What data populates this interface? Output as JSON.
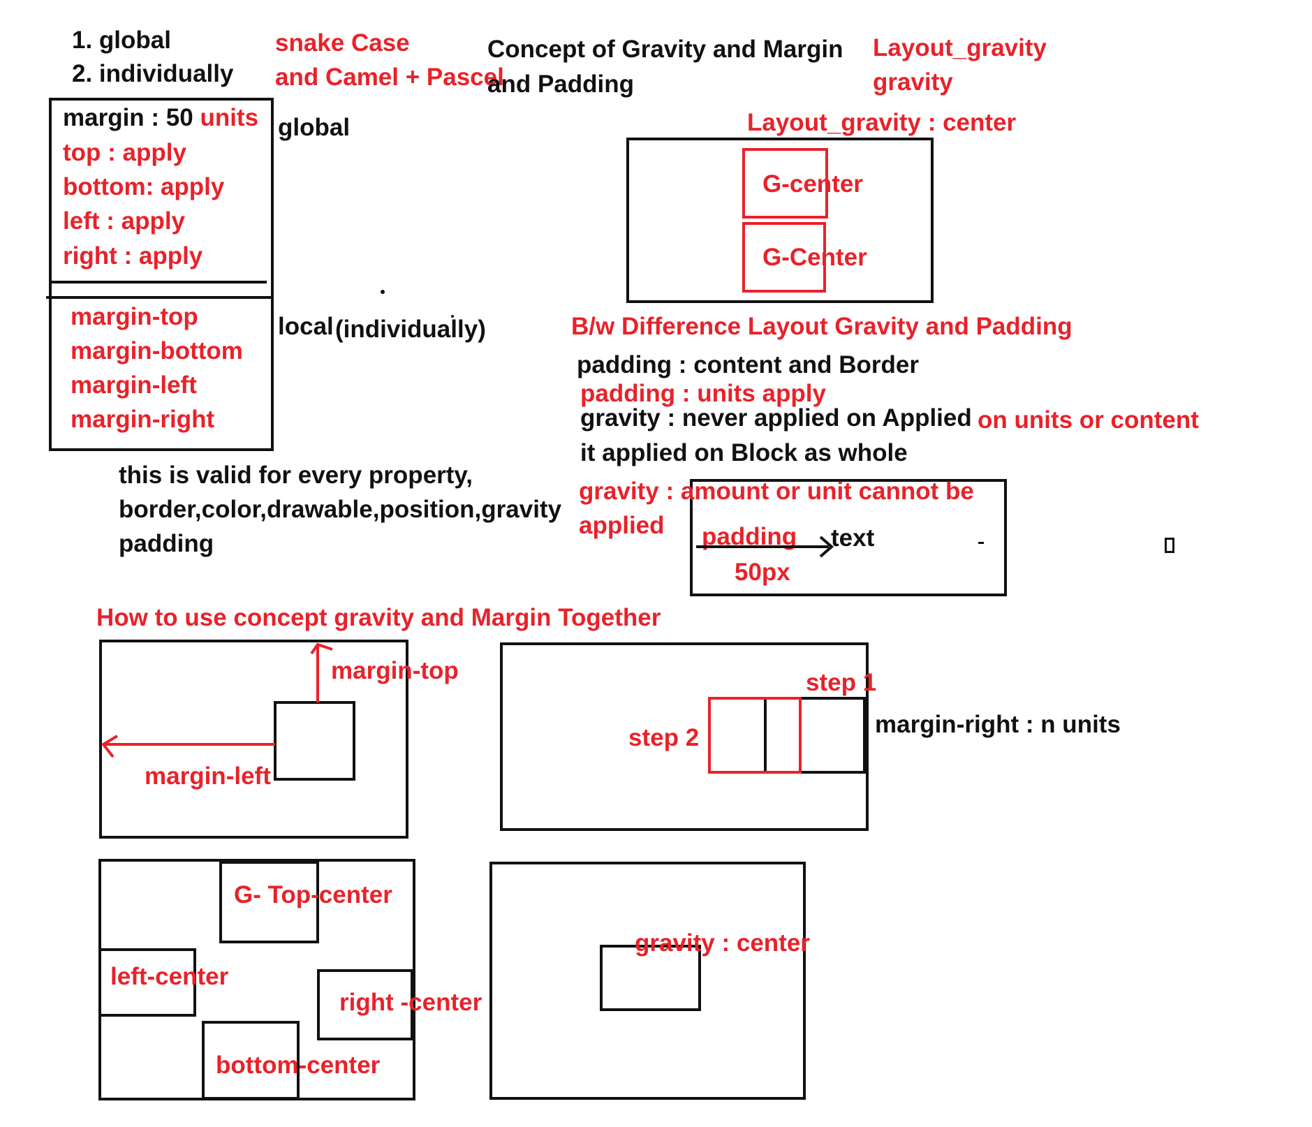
{
  "colors": {
    "accent": "#e8222a",
    "ink": "#111111"
  },
  "list": {
    "item1": "1. global",
    "item2": "2. individually"
  },
  "naming": {
    "line1": "snake Case",
    "line2": "and Camel + Pascel"
  },
  "title": {
    "line1": "Concept of Gravity and Margin",
    "line2": "and Padding"
  },
  "terms": {
    "line1": "Layout_gravity",
    "line2": "gravity"
  },
  "margin_box": {
    "global_prefix": "margin : 50 ",
    "global_units": "units",
    "top": "top :  apply",
    "bottom": "bottom: apply",
    "left": "left : apply",
    "right": "right : apply",
    "local_items": [
      "margin-top",
      "margin-bottom",
      "margin-left",
      "margin-right"
    ]
  },
  "labels": {
    "global": "global",
    "local": "local",
    "individually": "(individually)"
  },
  "validity_note": {
    "line1": "this is valid for every property,",
    "line2": "border,color,drawable,position,gravity",
    "line3": "padding"
  },
  "layout_gravity_demo": {
    "heading": "Layout_gravity : center",
    "box1": "G-center",
    "box2": "G-Center"
  },
  "difference": {
    "heading": "B/w Difference Layout Gravity and  Padding",
    "padding_def": "padding : content and Border",
    "padding_units": "padding : units apply",
    "gravity_def": "gravity : never applied on Applied ",
    "gravity_def_tail": "on units or content",
    "gravity_block": "it applied on Block as whole",
    "gravity_amount_1": "gravity : amount or unit cannot be",
    "gravity_amount_2": "applied"
  },
  "padding_demo": {
    "label": "padding",
    "target": "text",
    "amount": "50px"
  },
  "together": {
    "heading": "How to use concept gravity and Margin Together",
    "margin_top": "margin-top",
    "margin_left": "margin-left",
    "step1": "step 1",
    "step2": "step 2",
    "margin_right": "margin-right : n units"
  },
  "gravity_positions": {
    "top": "G- Top-center",
    "left": "left-center",
    "right": "right -center",
    "bottom": "bottom-center"
  },
  "gravity_center": {
    "label": "gravity : center"
  }
}
